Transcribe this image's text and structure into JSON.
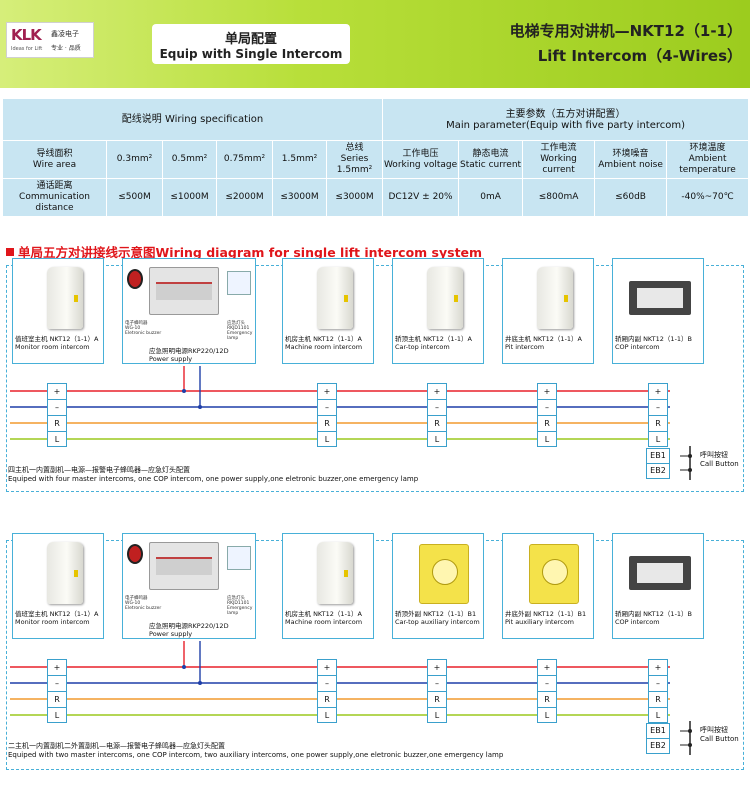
{
  "header": {
    "logo_mark": "KLK",
    "logo_cn": "鑫凌电子",
    "logo_sub": "Ideas for Lift",
    "logo_slogan": "专业 · 品质",
    "tab_cn": "单局配置",
    "tab_en": "Equip with Single Intercom",
    "title_cn": "电梯专用对讲机—NKT12（1-1）",
    "title_en": "Lift Intercom（4-Wires）"
  },
  "spec": {
    "wiring_title": "配线说明 Wiring specification",
    "param_title_cn": "主要参数（五方对讲配置）",
    "param_title_en": "Main parameter(Equip with  five party intercom)",
    "wire_area_cn": "导线面积",
    "wire_area_en": "Wire area",
    "areas": [
      "0.3mm²",
      "0.5mm²",
      "0.75mm²",
      "1.5mm²"
    ],
    "series_cn": "总线",
    "series_en": "Series 1.5mm²",
    "comm_cn": "通话距离",
    "comm_en": "Communication distance",
    "distances": [
      "≤500M",
      "≤1000M",
      "≤2000M",
      "≤3000M",
      "≤3000M"
    ],
    "params": [
      {
        "cn": "工作电压",
        "en": "Working voltage",
        "value": "DC12V ± 20%"
      },
      {
        "cn": "静态电流",
        "en": "Static current",
        "value": "0mA"
      },
      {
        "cn": "工作电流",
        "en": "Working current",
        "value": "≤800mA"
      },
      {
        "cn": "环境噪音",
        "en": "Ambient noise",
        "value": "≤60dB"
      },
      {
        "cn": "环境温度",
        "en": "Ambient temperature",
        "value": "-40%~70℃"
      }
    ]
  },
  "section_title": "单局五方对讲接线示意图Wiring diagram for single lift intercom system",
  "terminals": [
    "+",
    "–",
    "R",
    "L"
  ],
  "eb": [
    "EB1",
    "EB2"
  ],
  "call_button_cn": "呼叫按钮",
  "call_button_en": "Call Button",
  "psu": {
    "buzzer_cn": "电子蜂鸣器",
    "buzzer_model": "WG-10",
    "buzzer_en": "Eletronic buzzer",
    "label_cn": "应急照明电源RKP220/12D",
    "label_en": "Power supply",
    "lamp_cn": "应急灯头",
    "lamp_model": "RKJD1101",
    "lamp_en": "Emergency lamp"
  },
  "diagram1": {
    "devices": [
      {
        "cn": "值班室主机 NKT12（1-1）A",
        "en": "Monitor room intercom"
      },
      {
        "cn": "机房主机 NKT12（1-1）A",
        "en": "Machine room intercom"
      },
      {
        "cn": "轿顶主机 NKT12（1-1）A",
        "en": "Car-top intercom"
      },
      {
        "cn": "井底主机 NKT12（1-1）A",
        "en": "Pit intercom"
      },
      {
        "cn": "轿厢内副 NKT12（1-1）B",
        "en": "COP intercom"
      }
    ],
    "note_cn": "四主机一内置副机—电源—报警电子蜂鸣器—应急灯头配置",
    "note_en": "Equiped with four master intercoms, one COP intercom, one power supply,one eletronic buzzer,one emergency lamp"
  },
  "diagram2": {
    "devices": [
      {
        "cn": "值班室主机 NKT12（1-1）A",
        "en": "Monitor room intercom"
      },
      {
        "cn": "机房主机 NKT12（1-1）A",
        "en": "Machine room intercom"
      },
      {
        "cn": "轿顶外副 NKT12（1-1）B1",
        "en": "Car-top auxiliary intercom"
      },
      {
        "cn": "井底外副 NKT12（1-1）B1",
        "en": "Pit auxiliary intercom"
      },
      {
        "cn": "轿厢内副 NKT12（1-1）B",
        "en": "COP intercom"
      }
    ],
    "note_cn": "二主机一内置副机二外置副机—电源—报警电子蜂鸣器—应急灯头配置",
    "note_en": "Equiped with two  master intercoms, one COP intercom, two auxiliary intercoms, one power supply,one eletronic buzzer,one emergency lamp"
  },
  "colors": {
    "header_green": "#9ccc1e",
    "table_blue": "#c8e5f2",
    "title_red": "#e0161b",
    "wire_plus": "#e8202a",
    "wire_minus": "#1f3fa8",
    "wire_r": "#f29a2e",
    "wire_l": "#9bc81e",
    "border_blue": "#48b0d8"
  }
}
